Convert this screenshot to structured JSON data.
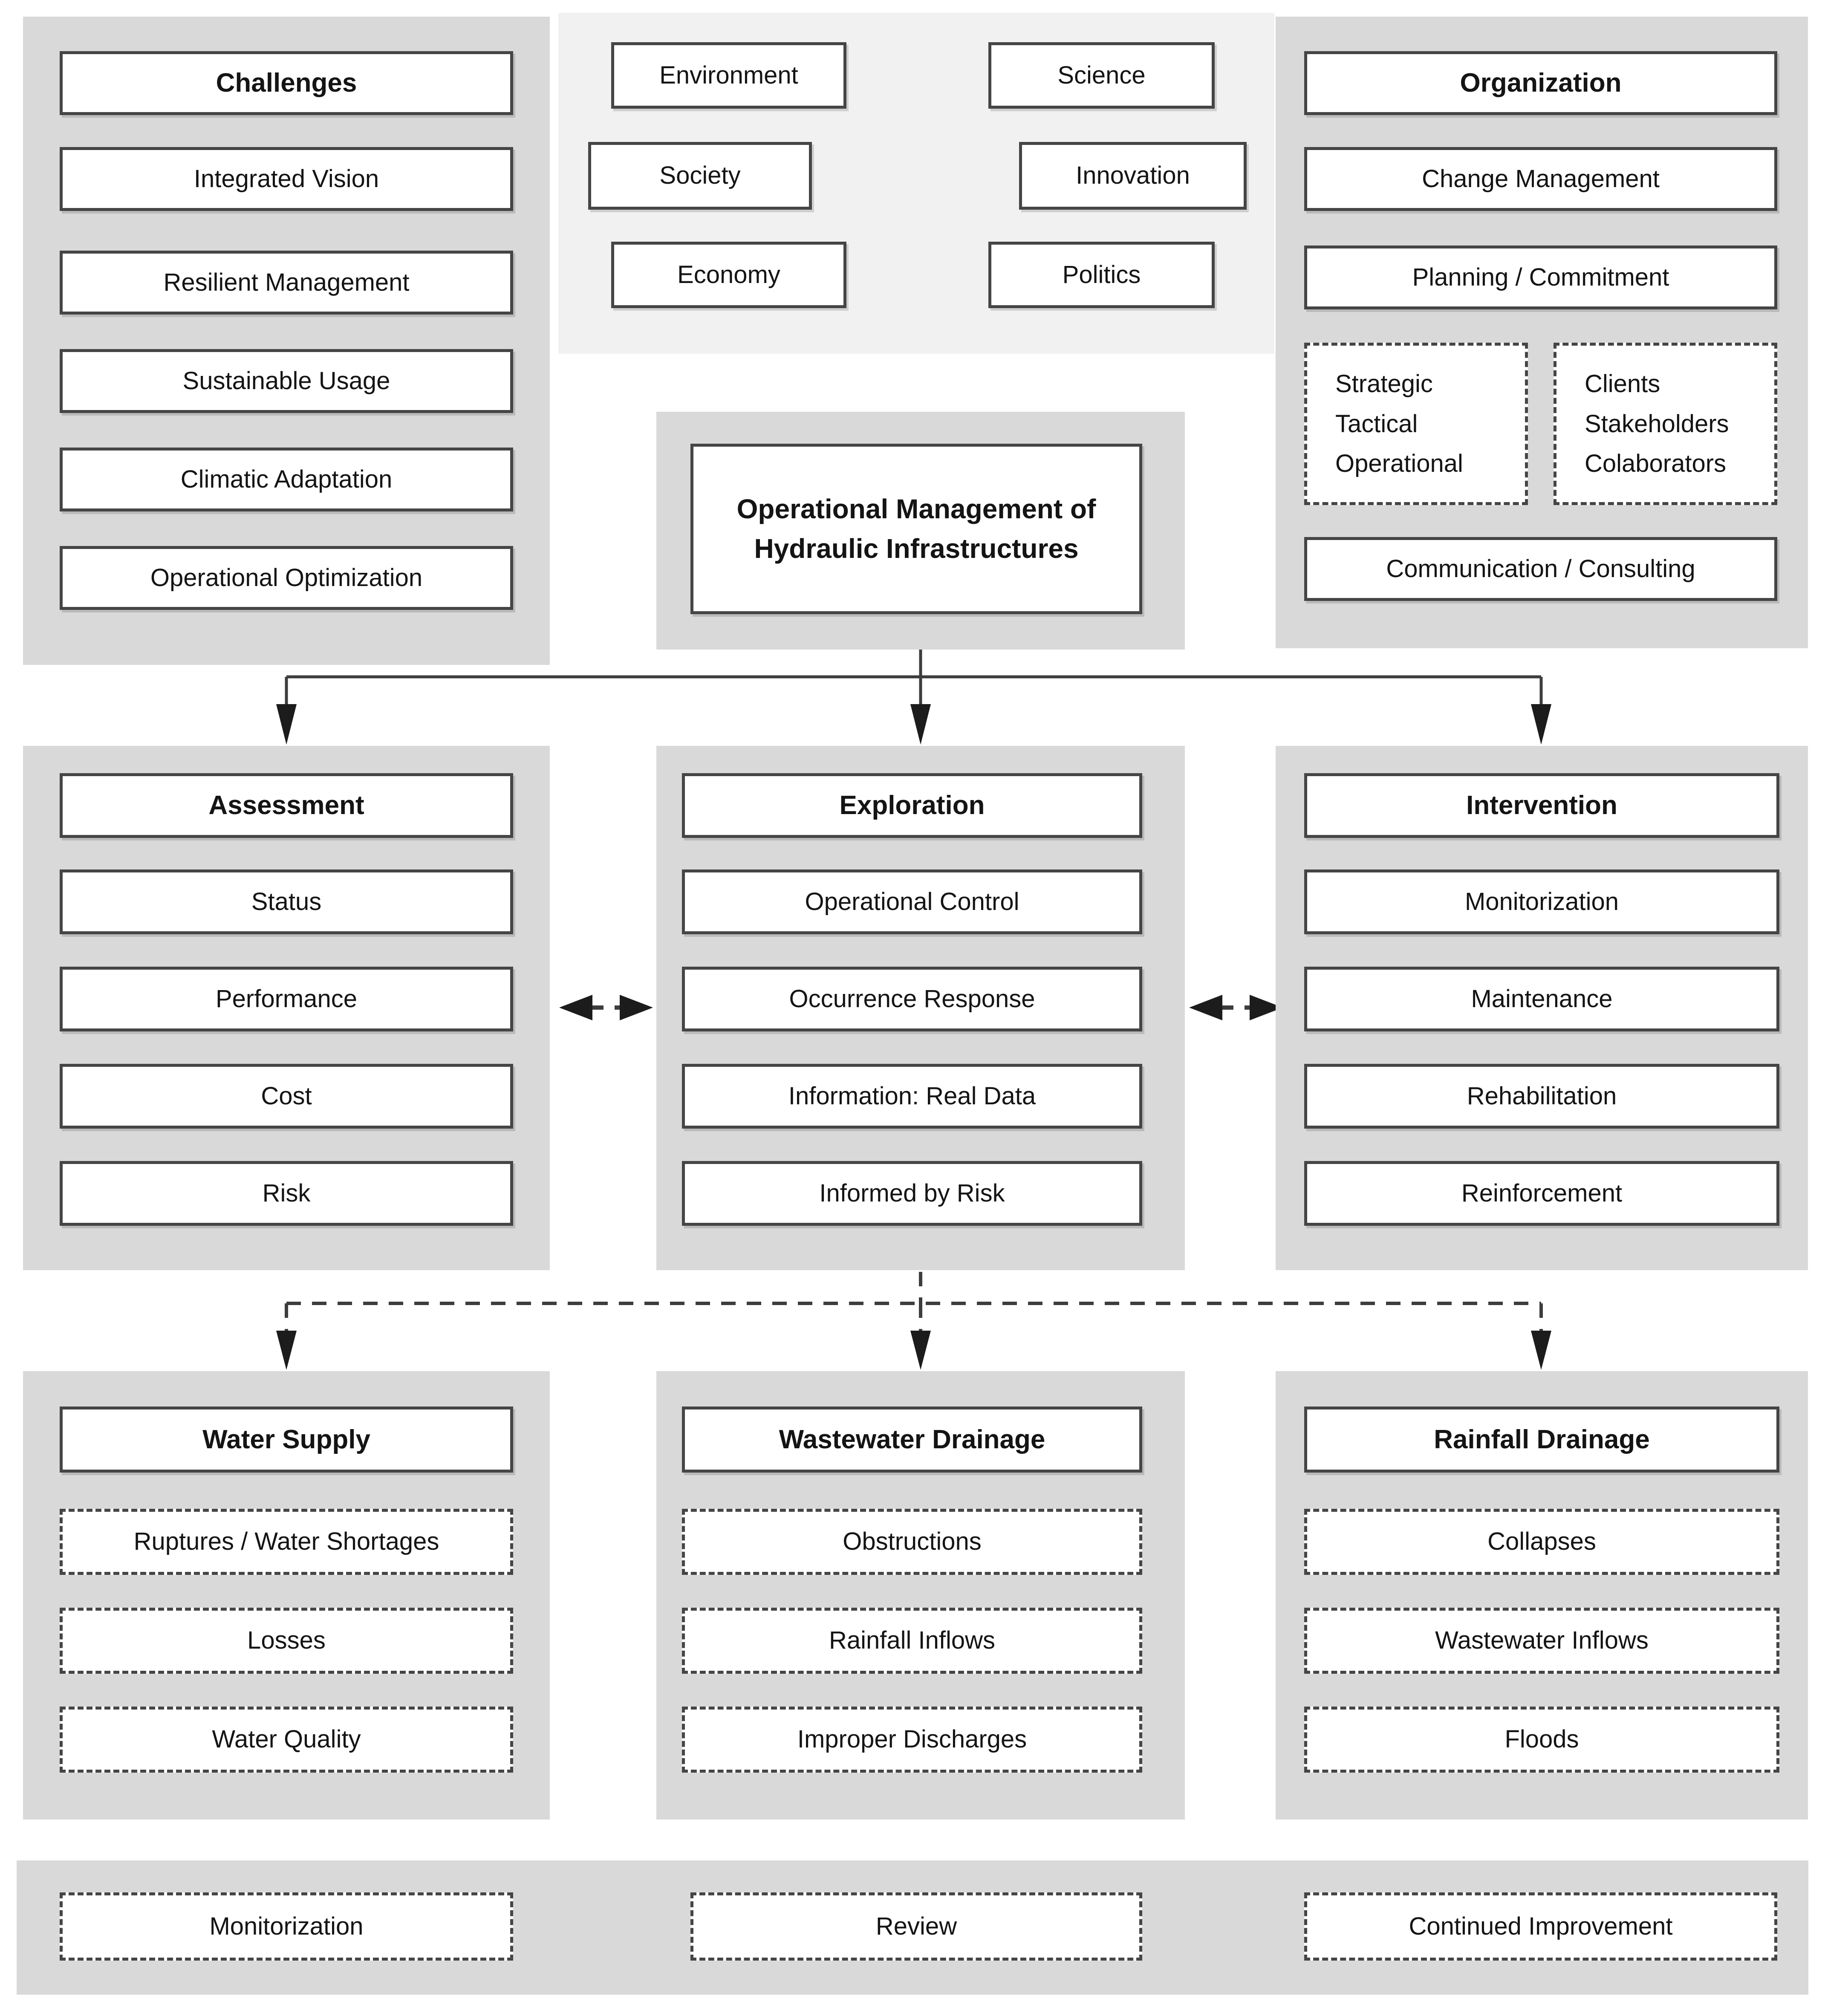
{
  "palette": {
    "panel_bg": "#d9d9d9",
    "context_bg": "#f1f1f1",
    "box_border": "#454545",
    "line_color": "#3d3d3d",
    "arrow_color": "#1c1c1c",
    "hexagon_fill": "#d9d9d9",
    "hexagon_stroke": "#6e6e6e",
    "text_color": "#141414"
  },
  "challenges": {
    "title": "Challenges",
    "items": [
      "Integrated Vision",
      "Resilient Management",
      "Sustainable Usage",
      "Climatic Adaptation",
      "Operational Optimization"
    ]
  },
  "context": {
    "items": [
      "Environment",
      "Science",
      "Society",
      "Innovation",
      "Economy",
      "Politics"
    ],
    "hexagon": "context-hexagon"
  },
  "organization": {
    "title": "Organization",
    "items": [
      "Change Management",
      "Planning / Commitment"
    ],
    "levels": "Strategic\nTactical\nOperational",
    "parties": "Clients\nStakeholders\nColaborators",
    "footer": "Communication / Consulting"
  },
  "core": {
    "title": "Operational Management of Hydraulic Infrastructures"
  },
  "assessment": {
    "title": "Assessment",
    "items": [
      "Status",
      "Performance",
      "Cost",
      "Risk"
    ]
  },
  "exploration": {
    "title": "Exploration",
    "items": [
      "Operational Control",
      "Occurrence Response",
      "Information: Real Data",
      "Informed by Risk"
    ]
  },
  "intervention": {
    "title": "Intervention",
    "items": [
      "Monitorization",
      "Maintenance",
      "Rehabilitation",
      "Reinforcement"
    ]
  },
  "water_supply": {
    "title": "Water Supply",
    "items": [
      "Ruptures / Water Shortages",
      "Losses",
      "Water Quality"
    ]
  },
  "wastewater_drainage": {
    "title": "Wastewater Drainage",
    "items": [
      "Obstructions",
      "Rainfall Inflows",
      "Improper Discharges"
    ]
  },
  "rainfall_drainage": {
    "title": "Rainfall Drainage",
    "items": [
      "Collapses",
      "Wastewater Inflows",
      "Floods"
    ]
  },
  "cycle": {
    "items": [
      "Monitorization",
      "Review",
      "Continued Improvement"
    ]
  }
}
